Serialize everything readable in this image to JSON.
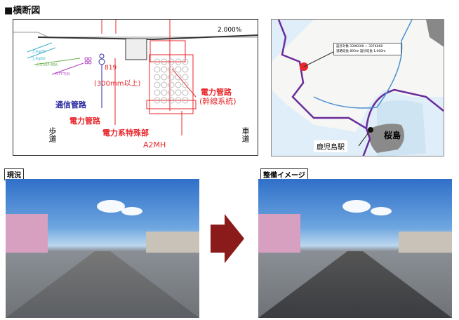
{
  "title": "■横断図",
  "diagram": {
    "slope": "2.000%",
    "pipes": [
      "上水φ20",
      "上水φ50",
      "ガス50P-80A",
      "NTT-T(9)"
    ],
    "dim_a": "819",
    "dim_b": "(300mm以上)",
    "telecom": "通信管路",
    "power": "電力管路",
    "power_trunk_1": "電力管路",
    "power_trunk_2": "(幹線系統)",
    "special": "電力系特殊部",
    "mh": "A2MH",
    "sidewalk": "歩道",
    "roadway": "車道"
  },
  "map": {
    "info_line1": "設計対象 339K500 ~ 337K000",
    "info_line2": "道路延長 893m 設計延長 1,000m",
    "station": "鹿児島駅",
    "island": "桜島"
  },
  "photos": {
    "current": "現況",
    "future": "整備イメージ"
  },
  "colors": {
    "arrow": "#8b1a1a",
    "power": "#e8262a",
    "telecom": "#2a2aa0"
  }
}
